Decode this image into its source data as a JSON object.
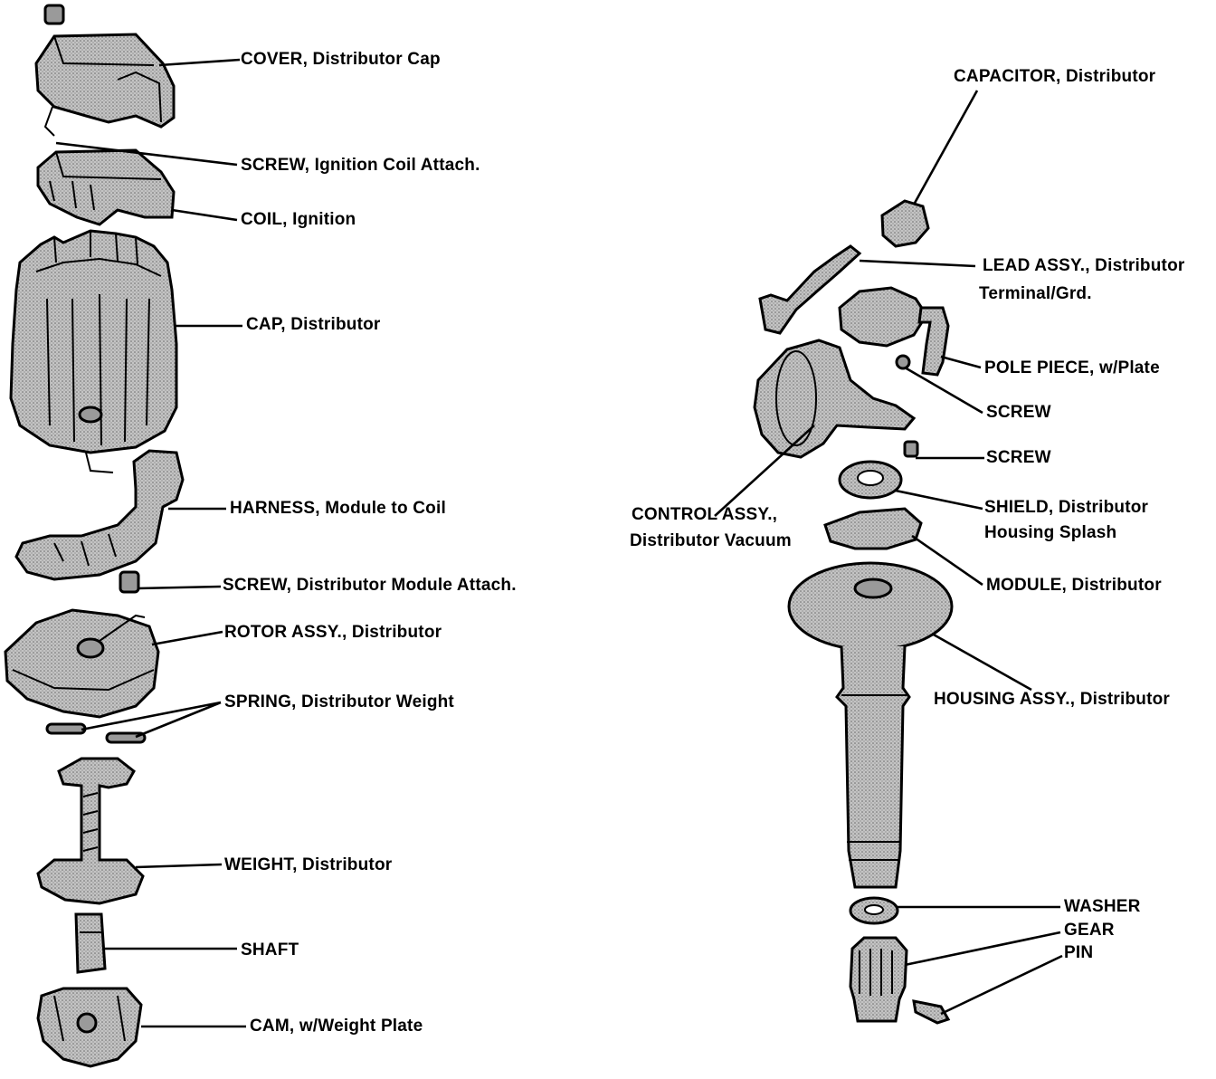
{
  "labels": {
    "cover": "COVER, Distributor Cap",
    "screw_coil": "SCREW, Ignition Coil Attach.",
    "coil": "COIL, Ignition",
    "cap": "CAP, Distributor",
    "harness": "HARNESS, Module to Coil",
    "screw_module": "SCREW, Distributor Module Attach.",
    "rotor": "ROTOR ASSY., Distributor",
    "spring": "SPRING, Distributor Weight",
    "weight": "WEIGHT, Distributor",
    "shaft": "SHAFT",
    "cam": "CAM, w/Weight Plate",
    "capacitor": "CAPACITOR, Distributor",
    "lead_line1": "LEAD ASSY., Distributor",
    "lead_line2": "Terminal/Grd.",
    "pole_piece": "POLE PIECE, w/Plate",
    "screw_a": "SCREW",
    "screw_b": "SCREW",
    "shield_line1": "SHIELD, Distributor",
    "shield_line2": "Housing Splash",
    "control_line1": "CONTROL ASSY.,",
    "control_line2": "Distributor Vacuum",
    "module": "MODULE, Distributor",
    "housing": "HOUSING ASSY., Distributor",
    "washer": "WASHER",
    "gear": "GEAR",
    "pin": "PIN"
  },
  "colors": {
    "ink": "#000000",
    "part_fill": "#bdbdbd",
    "part_dark": "#9a9a9a",
    "background": "#ffffff"
  }
}
